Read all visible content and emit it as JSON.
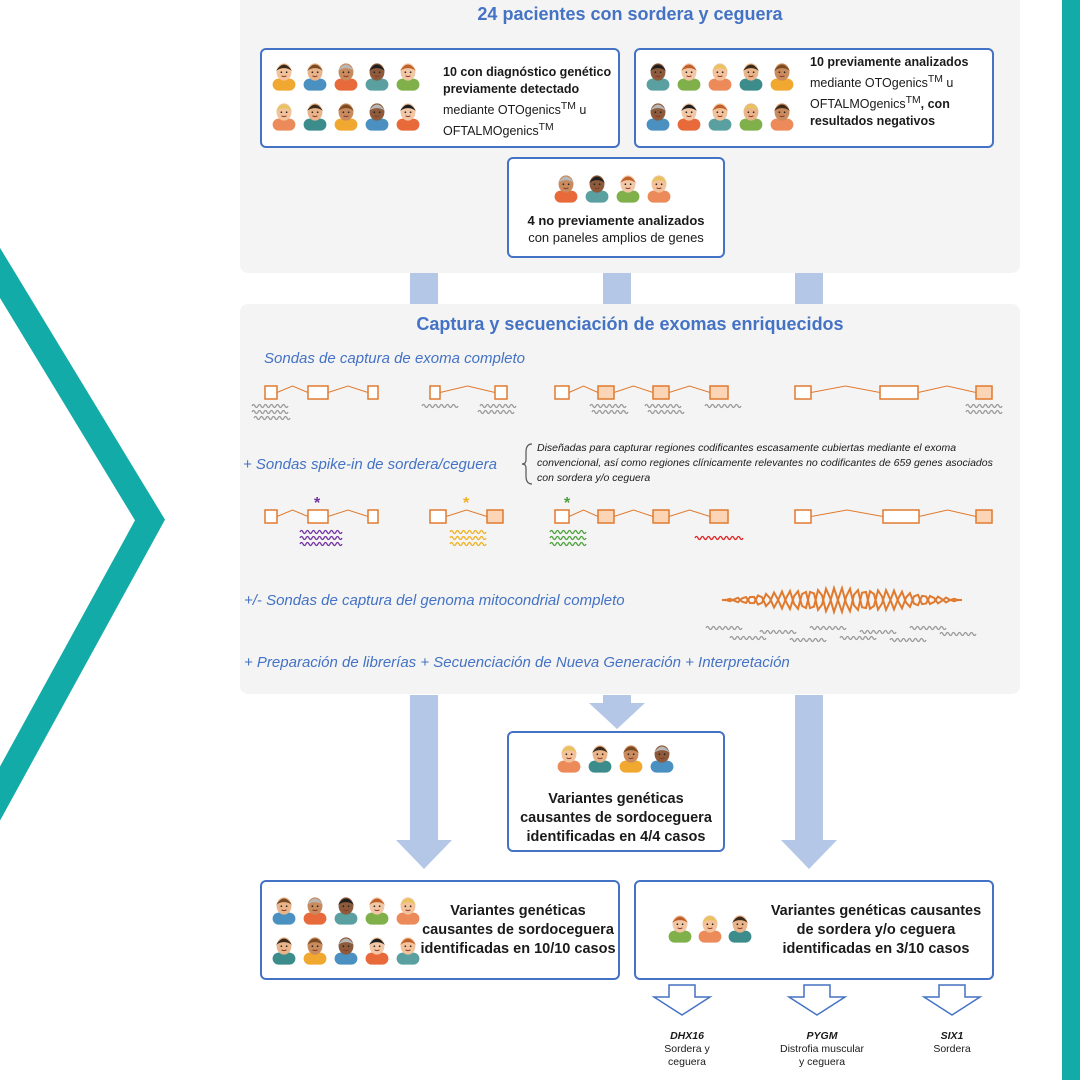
{
  "top_panel": {
    "title": "24 pacientes con sordera y ceguera",
    "box_left": {
      "bold_line": "10 con diagnóstico genético previamente detectado",
      "text_a": "mediante OTOgenics",
      "tm": "TM",
      "text_b": " u OFTALMOgenics"
    },
    "box_right": {
      "bold_a": "10 previamente analizados",
      "text_a": " mediante OTOgenics",
      "tm": "TM",
      "text_b": " u OFTALMOgenics",
      "bold_b": ", con resultados negativos"
    },
    "box_center": {
      "bold_line": "4 no previamente analizados",
      "normal_line": "con paneles amplios de genes"
    }
  },
  "middle_panel": {
    "title": "Captura y secuenciación de exomas enriquecidos",
    "label_exome": "Sondas de captura de exoma completo",
    "label_spike": "+ Sondas spike-in de sordera/ceguera",
    "spike_note": "Diseñadas para capturar regiones codificantes escasamente cubiertas mediante el exoma convencional, así como regiones clínicamente relevantes no codificantes de 659 genes asociados con sordera y/o ceguera",
    "label_mito": "+/- Sondas de captura del genoma mitocondrial completo",
    "label_pipeline": "+ Preparación de librerías + Secuenciación de Nueva Generación + Interpretación",
    "star": "*"
  },
  "result_center": {
    "text": "Variantes genéticas causantes de sordoceguera identificadas en 4/4 casos"
  },
  "result_left": {
    "text": "Variantes genéticas causantes de sordoceguera identificadas en 10/10 casos"
  },
  "result_right": {
    "text": "Variantes genéticas causantes de sordera y/o ceguera identificadas en 3/10 casos"
  },
  "genes": [
    {
      "name": "DHX16",
      "desc_1": "Sordera y",
      "desc_2": "ceguera"
    },
    {
      "name": "PYGM",
      "desc_1": "Distrofia muscular",
      "desc_2": "y ceguera"
    },
    {
      "name": "SIX1",
      "desc_1": "Sordera",
      "desc_2": ""
    }
  ],
  "colors": {
    "teal_accent": "#12aba7",
    "blue_text": "#4472c4",
    "arrow_blue": "#b4c7e7",
    "probe_orange": "#e07a2f",
    "probe_fill": "#fbd5b5"
  }
}
